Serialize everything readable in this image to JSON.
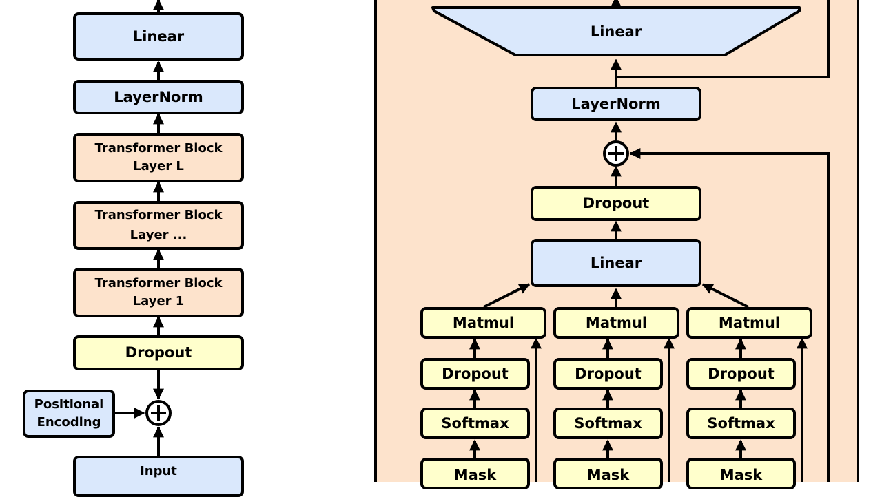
{
  "overview": {
    "linear": "Linear",
    "layernorm": "LayerNorm",
    "block_l": [
      "Transformer Block",
      "Layer L"
    ],
    "block_mid": [
      "Transformer Block",
      "Layer ..."
    ],
    "block_1": [
      "Transformer Block",
      "Layer 1"
    ],
    "dropout": "Dropout",
    "positional": [
      "Positional",
      "Encoding"
    ],
    "input": "Input"
  },
  "block_detail": {
    "top_linear": "Linear",
    "layernorm": "LayerNorm",
    "dropout": "Dropout",
    "proj_linear": "Linear",
    "heads": [
      {
        "matmul": "Matmul",
        "dropout": "Dropout",
        "softmax": "Softmax",
        "mask": "Mask"
      },
      {
        "matmul": "Matmul",
        "dropout": "Dropout",
        "softmax": "Softmax",
        "mask": "Mask"
      },
      {
        "matmul": "Matmul",
        "dropout": "Dropout",
        "softmax": "Softmax",
        "mask": "Mask"
      }
    ]
  },
  "colors": {
    "norm_linear_fill": "#dae8fc",
    "block_fill": "#fde3cc",
    "dropout_fill": "#ffffcc",
    "stroke": "#000000"
  }
}
